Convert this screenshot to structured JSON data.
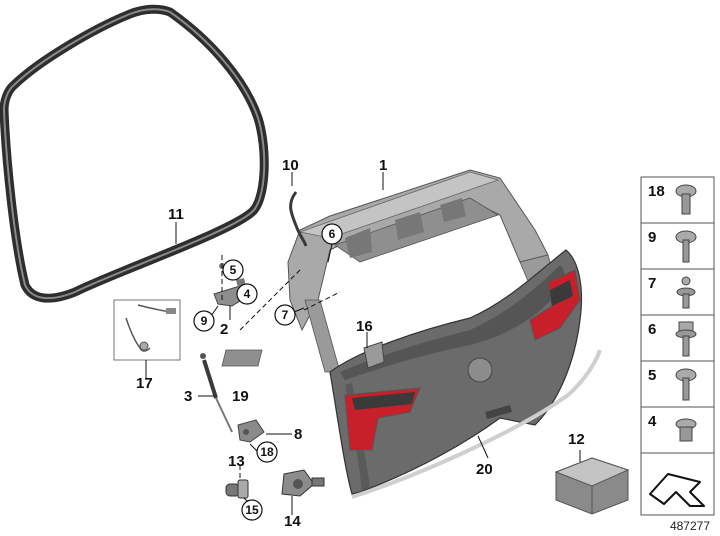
{
  "labels": {
    "p1": "1",
    "p2": "2",
    "p3": "3",
    "p8": "8",
    "p10": "10",
    "p11": "11",
    "p12": "12",
    "p13": "13",
    "p14": "14",
    "p16": "16",
    "p17": "17",
    "p19": "19",
    "p20": "20"
  },
  "circled": {
    "c4": "4",
    "c5": "5",
    "c6": "6",
    "c7": "7",
    "c9": "9",
    "c15": "15",
    "c18": "18"
  },
  "side_panel": [
    "18",
    "9",
    "7",
    "6",
    "5",
    "4"
  ],
  "reference_number": "487277",
  "colors": {
    "tailgate_body": "#6b6b6b",
    "tailgate_dark": "#4a4a4a",
    "frame": "#9a9a9a",
    "tail_light_red": "#c8202a",
    "seal": "#3a3a3a",
    "trim_strip": "#e8e8e8"
  }
}
